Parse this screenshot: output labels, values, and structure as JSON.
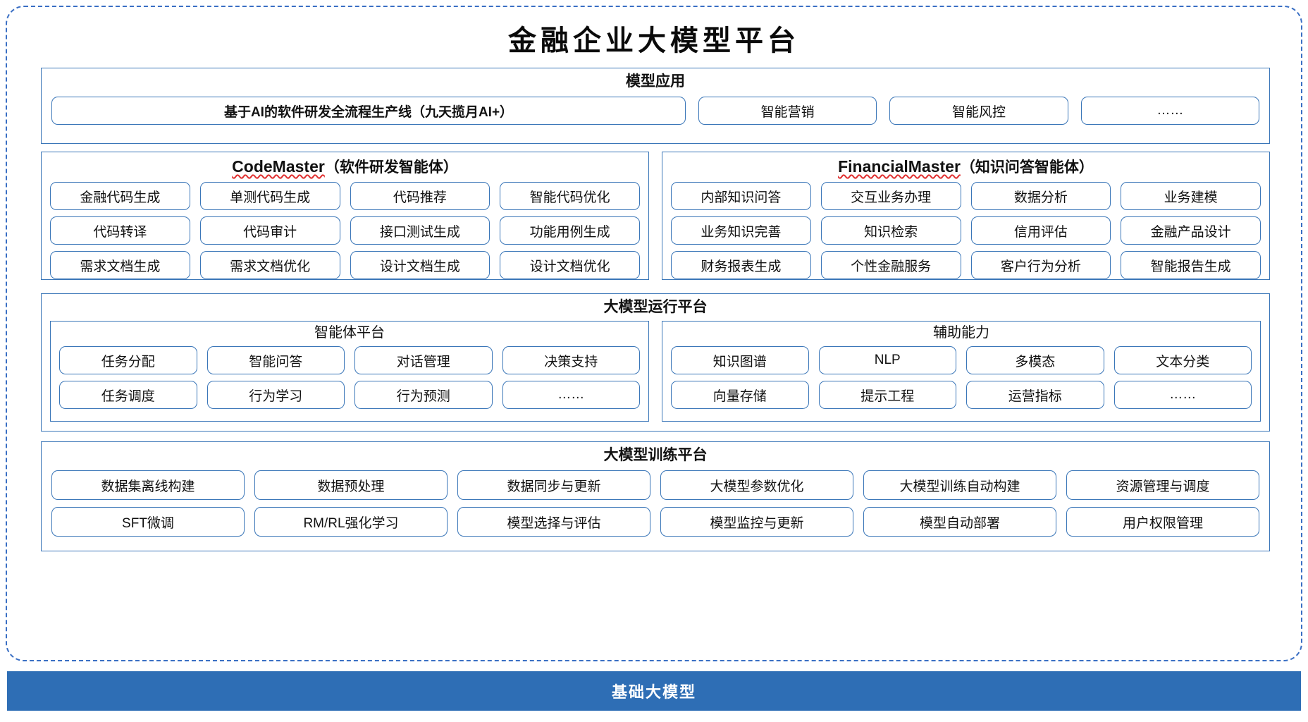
{
  "colors": {
    "border_blue": "#3a76b8",
    "dashed_blue": "#3a6fc4",
    "base_bar_blue": "#2e6eb5",
    "text": "#111111",
    "spellcheck_red": "#e03030"
  },
  "page": {
    "title": "金融企业大模型平台"
  },
  "application_section": {
    "title": "模型应用",
    "items": [
      "基于AI的软件研发全流程生产线（九天揽月AI+）",
      "智能营销",
      "智能风控",
      "……"
    ]
  },
  "agents": [
    {
      "name_latin": "CodeMaster",
      "name_cn": "（软件研发智能体）",
      "rows": [
        [
          "金融代码生成",
          "单测代码生成",
          "代码推荐",
          "智能代码优化"
        ],
        [
          "代码转译",
          "代码审计",
          "接口测试生成",
          "功能用例生成"
        ],
        [
          "需求文档生成",
          "需求文档优化",
          "设计文档生成",
          "设计文档优化"
        ]
      ]
    },
    {
      "name_latin": "FinancialMaster",
      "name_cn": "（知识问答智能体）",
      "rows": [
        [
          "内部知识问答",
          "交互业务办理",
          "数据分析",
          "业务建模"
        ],
        [
          "业务知识完善",
          "知识检索",
          "信用评估",
          "金融产品设计"
        ],
        [
          "财务报表生成",
          "个性金融服务",
          "客户行为分析",
          "智能报告生成"
        ]
      ]
    }
  ],
  "runtime_platform": {
    "title": "大模型运行平台",
    "sub_panels": [
      {
        "title": "智能体平台",
        "rows": [
          [
            "任务分配",
            "智能问答",
            "对话管理",
            "决策支持"
          ],
          [
            "任务调度",
            "行为学习",
            "行为预测",
            "……"
          ]
        ]
      },
      {
        "title": "辅助能力",
        "rows": [
          [
            "知识图谱",
            "NLP",
            "多模态",
            "文本分类"
          ],
          [
            "向量存储",
            "提示工程",
            "运营指标",
            "……"
          ]
        ]
      }
    ]
  },
  "training_platform": {
    "title": "大模型训练平台",
    "rows": [
      [
        "数据集离线构建",
        "数据预处理",
        "数据同步与更新",
        "大模型参数优化",
        "大模型训练自动构建",
        "资源管理与调度"
      ],
      [
        "SFT微调",
        "RM/RL强化学习",
        "模型选择与评估",
        "模型监控与更新",
        "模型自动部署",
        "用户权限管理"
      ]
    ]
  },
  "base_bar": {
    "label": "基础大模型"
  }
}
